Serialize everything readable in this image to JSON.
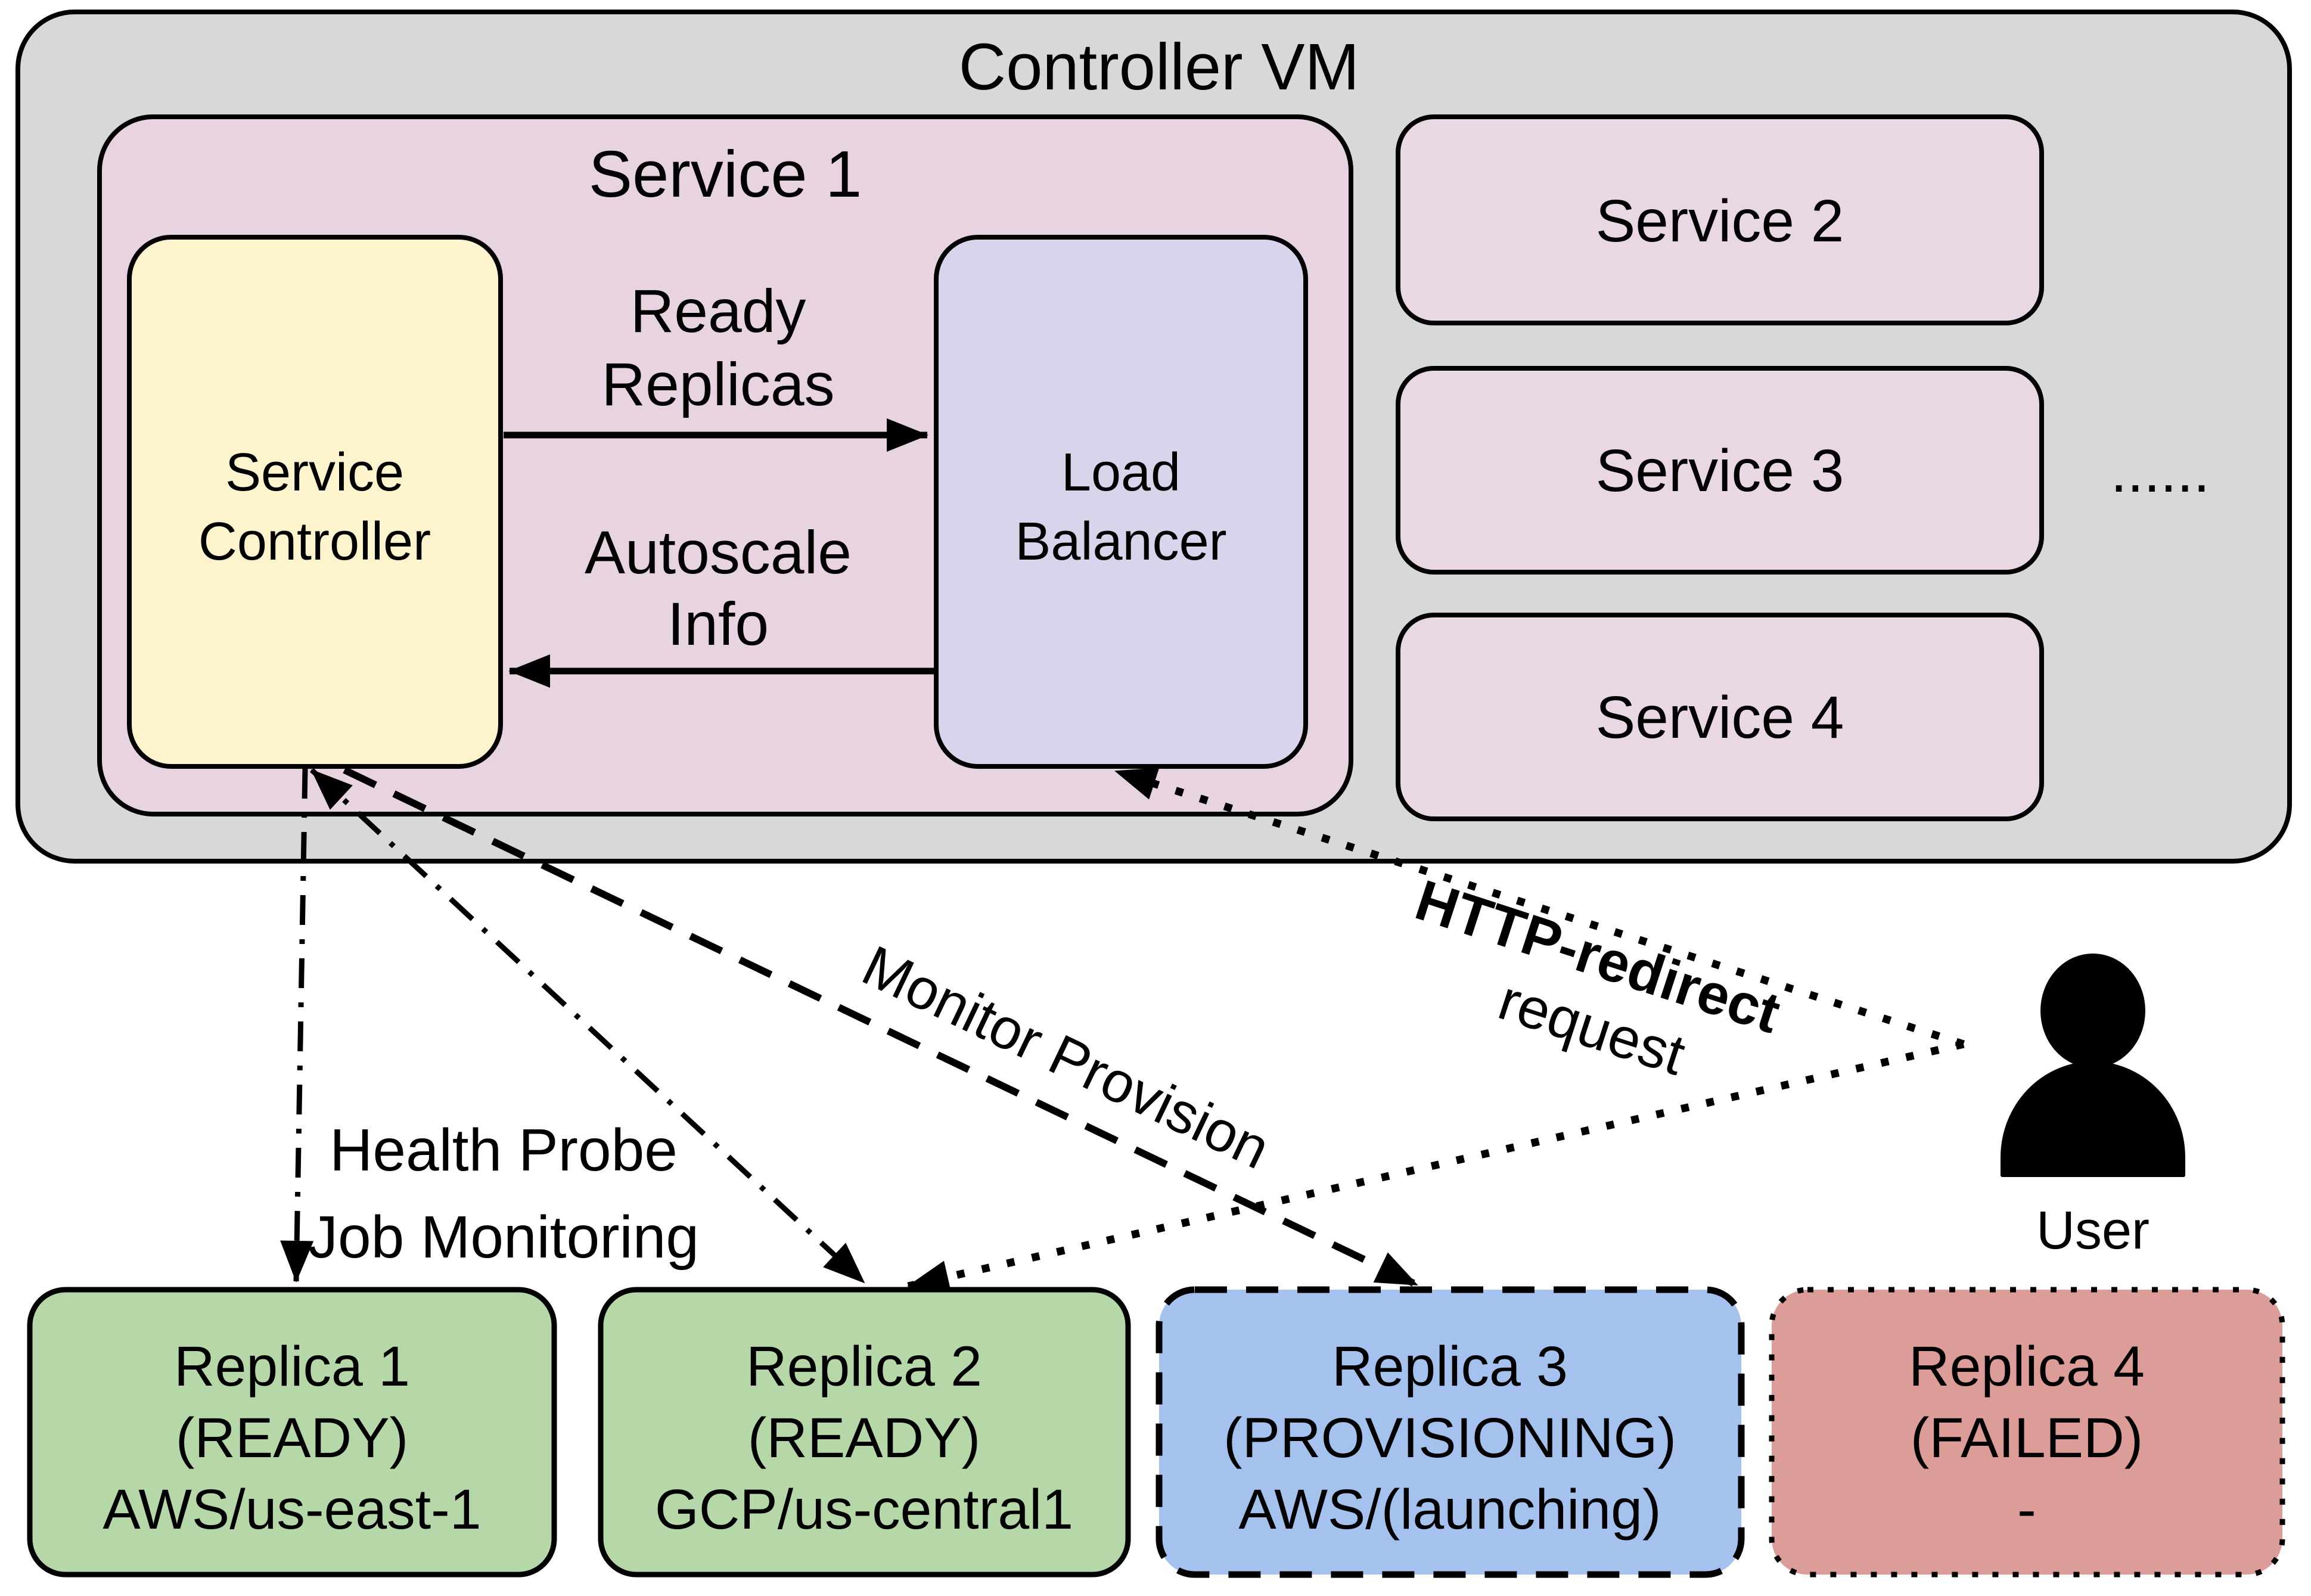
{
  "controller_vm": {
    "title": "Controller VM"
  },
  "service1": {
    "title": "Service 1",
    "service_controller": {
      "line1": "Service",
      "line2": "Controller"
    },
    "load_balancer": {
      "line1": "Load",
      "line2": "Balancer"
    },
    "ready_replicas_label": {
      "line1": "Ready",
      "line2": "Replicas"
    },
    "autoscale_info_label": {
      "line1": "Autoscale",
      "line2": "Info"
    }
  },
  "other_services": [
    "Service 2",
    "Service 3",
    "Service 4"
  ],
  "more_services_ellipsis": "......",
  "monitor_labels": {
    "health_probe": {
      "line1": "Health Probe",
      "line2": "Job Monitoring"
    },
    "monitor_provision": "Monitor Provision"
  },
  "request_labels": {
    "http_redirect": "HTTP-redirect",
    "request": "request"
  },
  "user": {
    "label": "User"
  },
  "replicas": [
    {
      "name": "Replica 1",
      "status": "(READY)",
      "cloud_region": "AWS/us-east-1",
      "fill": "#b6d7a8",
      "border_style": "solid"
    },
    {
      "name": "Replica 2",
      "status": "(READY)",
      "cloud_region": "GCP/us-central1",
      "fill": "#b6d7a8",
      "border_style": "solid"
    },
    {
      "name": "Replica 3",
      "status": "(PROVISIONING)",
      "cloud_region": "AWS/(launching)",
      "fill": "#a5c2ef",
      "border_style": "dashed"
    },
    {
      "name": "Replica 4",
      "status": "(FAILED)",
      "cloud_region": "-",
      "fill": "#dc9c97",
      "border_style": "dotted"
    }
  ],
  "colors": {
    "controller_vm_fill": "#d8d8d8",
    "service1_fill": "#e8d3e0",
    "service_box_fill": "#ead7e4",
    "service_controller_fill": "#fdf3cd",
    "load_balancer_fill": "#d9d3ec",
    "line_color": "#000000"
  }
}
